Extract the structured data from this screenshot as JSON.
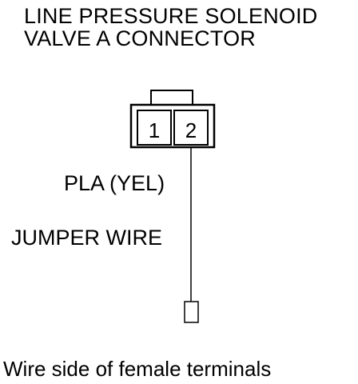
{
  "title": {
    "line1": "LINE PRESSURE SOLENOID",
    "line2": "VALVE A CONNECTOR"
  },
  "connector": {
    "pins": [
      "1",
      "2"
    ]
  },
  "labels": {
    "wire_color": "PLA (YEL)",
    "jumper": "JUMPER WIRE"
  },
  "caption": "Wire side of female terminals"
}
